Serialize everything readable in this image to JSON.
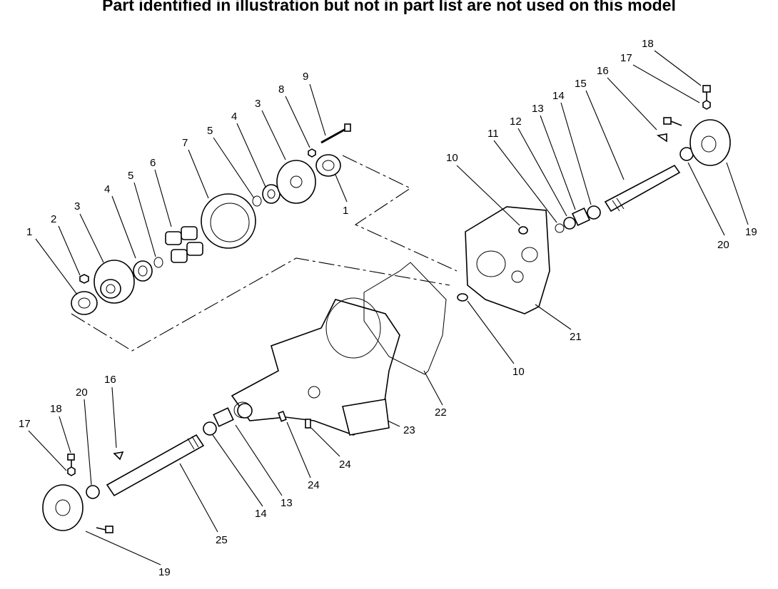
{
  "header": {
    "text": "Part identified in illustration but not in part list are not used on this model"
  },
  "labels": [
    "1",
    "2",
    "3",
    "4",
    "5",
    "6",
    "7",
    "5",
    "4",
    "3",
    "8",
    "9",
    "1",
    "10",
    "11",
    "12",
    "13",
    "14",
    "15",
    "16",
    "17",
    "18",
    "19",
    "20",
    "21",
    "10",
    "22",
    "23",
    "24",
    "24",
    "13",
    "14",
    "25",
    "16",
    "20",
    "18",
    "17",
    "19"
  ]
}
